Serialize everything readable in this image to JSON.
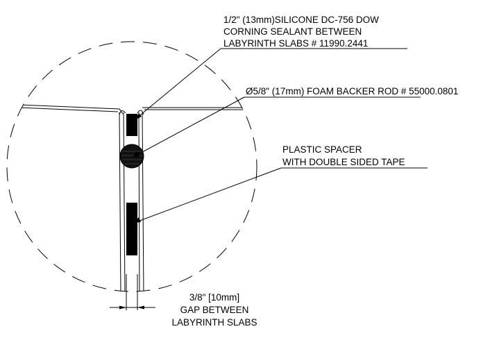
{
  "callouts": {
    "sealant": {
      "lines": [
        "1/2\" (13mm)SILICONE DC-756 DOW",
        "CORNING SEALANT BETWEEN",
        "LABYRINTH SLABS # 11990.2441"
      ]
    },
    "backer_rod": {
      "lines": [
        "Ø5/8\" (17mm) FOAM BACKER ROD # 55000.0801"
      ]
    },
    "spacer": {
      "lines": [
        "PLASTIC SPACER",
        "WITH DOUBLE SIDED TAPE"
      ]
    },
    "gap": {
      "lines": [
        "3/8\" [10mm]",
        "GAP BETWEEN",
        "LABYRINTH SLABS"
      ]
    }
  },
  "colors": {
    "ink": "#000000",
    "background": "#ffffff"
  }
}
